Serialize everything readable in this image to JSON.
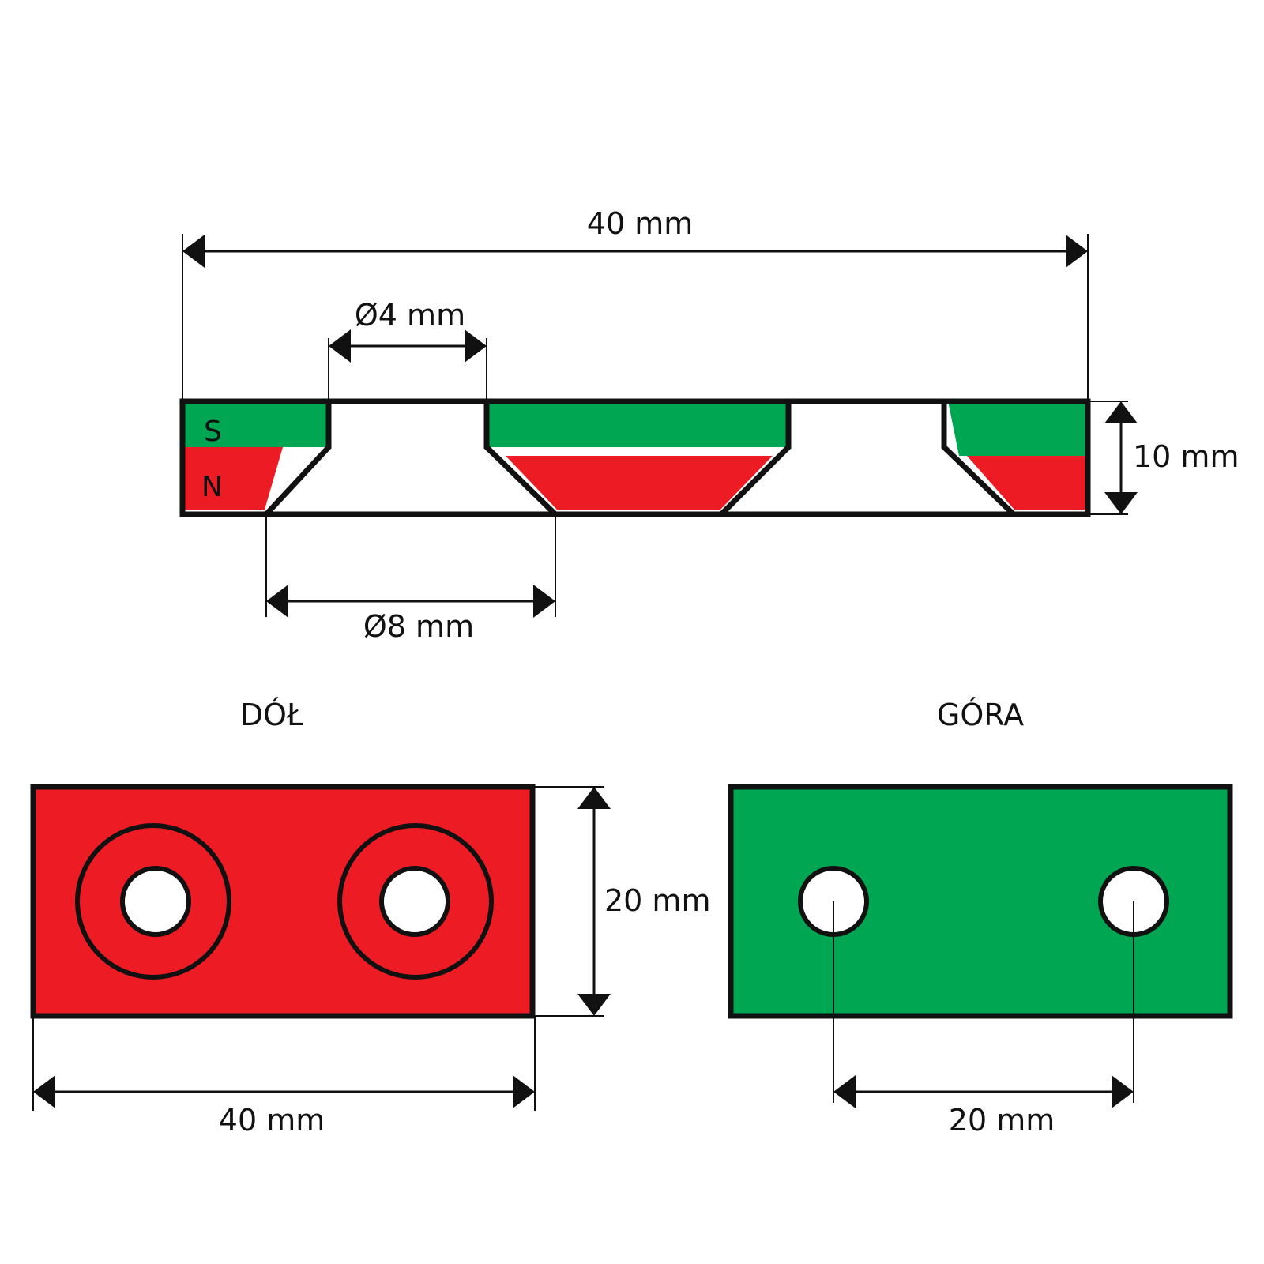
{
  "colors": {
    "north": "#ed1c24",
    "south": "#00a651",
    "outline": "#111111",
    "background": "#ffffff"
  },
  "cross_section": {
    "width_label": "40 mm",
    "hole_small_label": "Ø4 mm",
    "hole_large_label": "Ø8 mm",
    "thickness_label": "10 mm",
    "pole_south": "S",
    "pole_north": "N"
  },
  "bottom_view": {
    "title": "DÓŁ",
    "height_label": "20 mm",
    "width_label": "40 mm"
  },
  "top_view": {
    "title": "GÓRA",
    "hole_spacing_label": "20 mm"
  }
}
